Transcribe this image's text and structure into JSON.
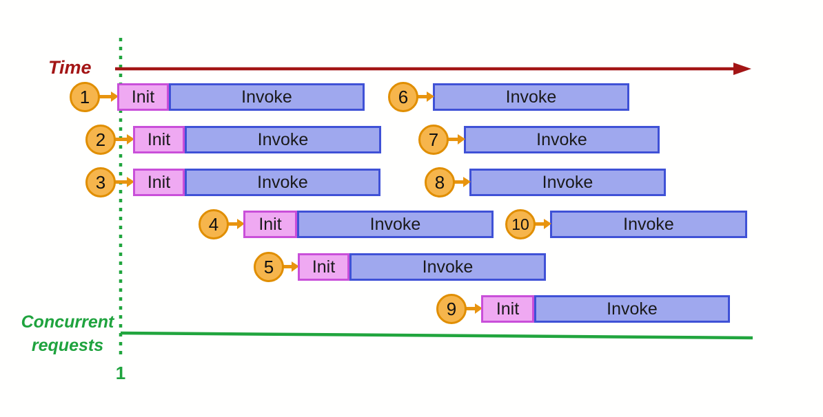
{
  "diagram": {
    "time_axis_label": "Time",
    "concurrency_axis_label_line1": "Concurrent",
    "concurrency_axis_label_line2": "requests",
    "concurrency_tick": "1"
  },
  "colors": {
    "time_axis": "#A31515",
    "concurrency_axis": "#21A53E",
    "badge_fill": "#F6B54C",
    "badge_border": "#E08E00",
    "connector_arrow": "#E8940F",
    "init_fill": "#EFA9F2",
    "init_border": "#C94FD9",
    "invoke_fill": "#9FA8EE",
    "invoke_border": "#3F51D6",
    "box_text": "#1A1A1A"
  },
  "requests": [
    {
      "number": "1",
      "phases": {
        "init": "Init",
        "invoke": "Invoke"
      }
    },
    {
      "number": "2",
      "phases": {
        "init": "Init",
        "invoke": "Invoke"
      }
    },
    {
      "number": "3",
      "phases": {
        "init": "Init",
        "invoke": "Invoke"
      }
    },
    {
      "number": "4",
      "phases": {
        "init": "Init",
        "invoke": "Invoke"
      }
    },
    {
      "number": "5",
      "phases": {
        "init": "Init",
        "invoke": "Invoke"
      }
    },
    {
      "number": "6",
      "phases": {
        "invoke": "Invoke"
      }
    },
    {
      "number": "7",
      "phases": {
        "invoke": "Invoke"
      }
    },
    {
      "number": "8",
      "phases": {
        "invoke": "Invoke"
      }
    },
    {
      "number": "9",
      "phases": {
        "init": "Init",
        "invoke": "Invoke"
      }
    },
    {
      "number": "10",
      "phases": {
        "invoke": "Invoke"
      }
    }
  ]
}
